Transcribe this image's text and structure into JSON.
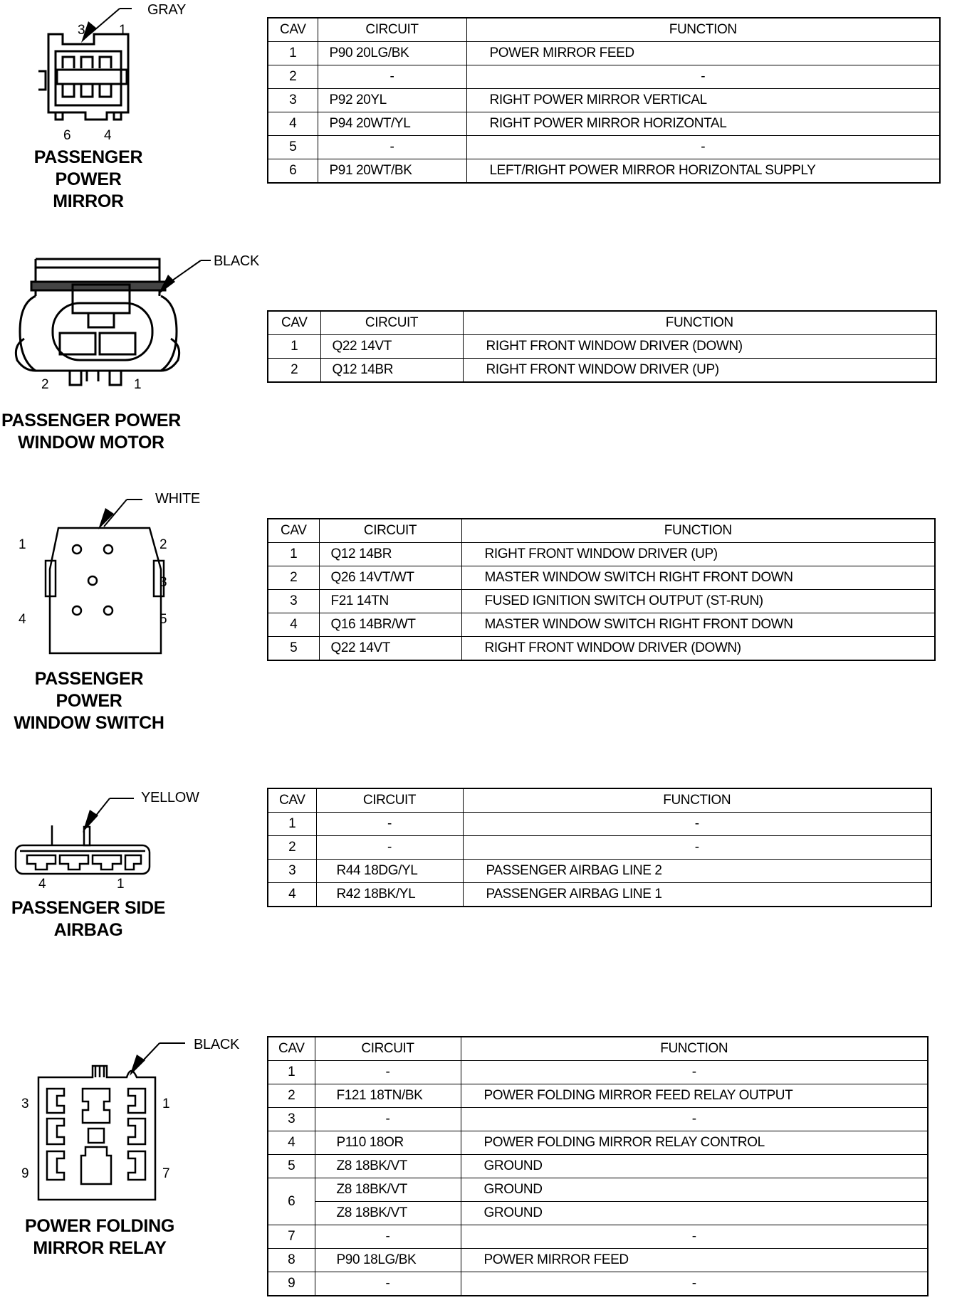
{
  "connectors": [
    {
      "id": "passenger-power-mirror",
      "title": [
        "PASSENGER POWER",
        "MIRROR"
      ],
      "color": "GRAY",
      "pins": [
        "3",
        "1",
        "6",
        "4"
      ],
      "columns": [
        "CAV",
        "CIRCUIT",
        "FUNCTION"
      ],
      "rows": [
        {
          "cav": "1",
          "circuit": "P90  20LG/BK",
          "function": "POWER MIRROR FEED"
        },
        {
          "cav": "2",
          "circuit": "-",
          "function": "-"
        },
        {
          "cav": "3",
          "circuit": "P92  20YL",
          "function": "RIGHT POWER MIRROR VERTICAL"
        },
        {
          "cav": "4",
          "circuit": "P94  20WT/YL",
          "function": "RIGHT POWER MIRROR HORIZONTAL"
        },
        {
          "cav": "5",
          "circuit": "-",
          "function": "-"
        },
        {
          "cav": "6",
          "circuit": "P91  20WT/BK",
          "function": "LEFT/RIGHT POWER MIRROR HORIZONTAL SUPPLY"
        }
      ]
    },
    {
      "id": "passenger-power-window-motor",
      "title": [
        "PASSENGER POWER",
        "WINDOW MOTOR"
      ],
      "color": "BLACK",
      "pins": [
        "2",
        "1"
      ],
      "columns": [
        "CAV",
        "CIRCUIT",
        "FUNCTION"
      ],
      "rows": [
        {
          "cav": "1",
          "circuit": "Q22  14VT",
          "function": "RIGHT FRONT WINDOW DRIVER (DOWN)"
        },
        {
          "cav": "2",
          "circuit": "Q12  14BR",
          "function": "RIGHT FRONT WINDOW DRIVER (UP)"
        }
      ]
    },
    {
      "id": "passenger-power-window-switch",
      "title": [
        "PASSENGER POWER",
        "WINDOW SWITCH"
      ],
      "color": "WHITE",
      "pins": [
        "1",
        "2",
        "3",
        "4",
        "5"
      ],
      "columns": [
        "CAV",
        "CIRCUIT",
        "FUNCTION"
      ],
      "rows": [
        {
          "cav": "1",
          "circuit": "Q12  14BR",
          "function": "RIGHT FRONT WINDOW DRIVER (UP)"
        },
        {
          "cav": "2",
          "circuit": "Q26  14VT/WT",
          "function": "MASTER WINDOW SWITCH RIGHT FRONT DOWN"
        },
        {
          "cav": "3",
          "circuit": "F21  14TN",
          "function": "FUSED IGNITION SWITCH OUTPUT (ST-RUN)"
        },
        {
          "cav": "4",
          "circuit": "Q16  14BR/WT",
          "function": "MASTER WINDOW SWITCH RIGHT FRONT DOWN"
        },
        {
          "cav": "5",
          "circuit": "Q22  14VT",
          "function": "RIGHT FRONT WINDOW DRIVER (DOWN)"
        }
      ]
    },
    {
      "id": "passenger-side-airbag",
      "title": [
        "PASSENGER SIDE",
        "AIRBAG"
      ],
      "color": "YELLOW",
      "pins": [
        "4",
        "1"
      ],
      "columns": [
        "CAV",
        "CIRCUIT",
        "FUNCTION"
      ],
      "rows": [
        {
          "cav": "1",
          "circuit": "-",
          "function": "-"
        },
        {
          "cav": "2",
          "circuit": "-",
          "function": "-"
        },
        {
          "cav": "3",
          "circuit": "R44  18DG/YL",
          "function": "PASSENGER AIRBAG LINE 2"
        },
        {
          "cav": "4",
          "circuit": "R42  18BK/YL",
          "function": "PASSENGER AIRBAG LINE 1"
        }
      ]
    },
    {
      "id": "power-folding-mirror-relay",
      "title": [
        "POWER FOLDING",
        "MIRROR RELAY"
      ],
      "color": "BLACK",
      "pins": [
        "3",
        "1",
        "9",
        "7"
      ],
      "columns": [
        "CAV",
        "CIRCUIT",
        "FUNCTION"
      ],
      "rows": [
        {
          "cav": "1",
          "circuit": "-",
          "function": "-"
        },
        {
          "cav": "2",
          "circuit": "F121 18TN/BK",
          "function": "POWER FOLDING MIRROR FEED RELAY OUTPUT"
        },
        {
          "cav": "3",
          "circuit": "-",
          "function": "-"
        },
        {
          "cav": "4",
          "circuit": "P110 18OR",
          "function": "POWER FOLDING MIRROR RELAY CONTROL"
        },
        {
          "cav": "5",
          "circuit": "Z8 18BK/VT",
          "function": "GROUND"
        },
        {
          "cav": "6",
          "circuit": "Z8 18BK/VT",
          "function": "GROUND"
        },
        {
          "cav": "",
          "circuit": "Z8 18BK/VT",
          "function": "GROUND"
        },
        {
          "cav": "7",
          "circuit": "-",
          "function": "-"
        },
        {
          "cav": "8",
          "circuit": "P90 18LG/BK",
          "function": "POWER MIRROR FEED"
        },
        {
          "cav": "9",
          "circuit": "-",
          "function": "-"
        }
      ]
    }
  ]
}
